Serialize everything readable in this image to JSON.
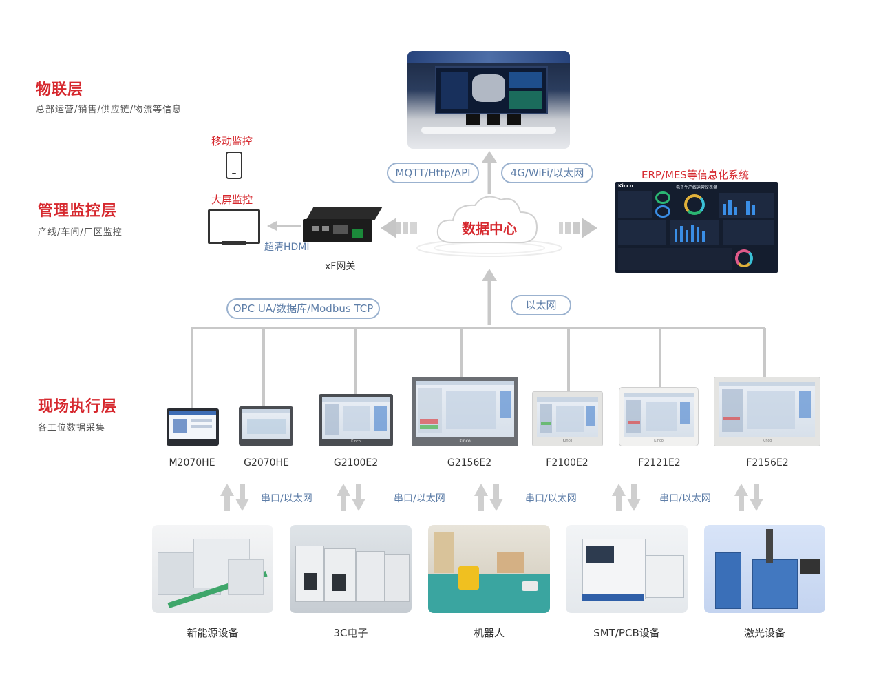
{
  "layers": [
    {
      "title": "物联层",
      "subtitle": "总部运营/销售/供应链/物流等信息"
    },
    {
      "title": "管理监控层",
      "subtitle": "产线/车间/厂区监控"
    },
    {
      "title": "现场执行层",
      "subtitle": "各工位数据采集"
    }
  ],
  "protocols": {
    "mqtt": "MQTT/Http/API",
    "wireless": "4G/WiFi/以太网",
    "opc": "OPC UA/数据库/Modbus TCP",
    "ethernet": "以太网",
    "serial": "串口/以太网"
  },
  "data_center": "数据中心",
  "erp_label": "ERP/MES等信息化系统",
  "dashboard": {
    "brand": "Kinco",
    "title": "电子生产线运营仪表盘"
  },
  "mobile_monitor": "移动监控",
  "screen_monitor": "大屏监控",
  "hdmi_label": "超清HDMI",
  "gateway_label": "xF网关",
  "devices": [
    "M2070HE",
    "G2070HE",
    "G2100E2",
    "G2156E2",
    "F2100E2",
    "F2121E2",
    "F2156E2"
  ],
  "device_brand": "Kinco",
  "equipment": [
    "新能源设备",
    "3C电子",
    "机器人",
    "SMT/PCB设备",
    "激光设备"
  ],
  "colors": {
    "accent_red": "#d6282e",
    "line_blue": "#5e7ea8",
    "connector_gray": "#c8c8c8"
  }
}
